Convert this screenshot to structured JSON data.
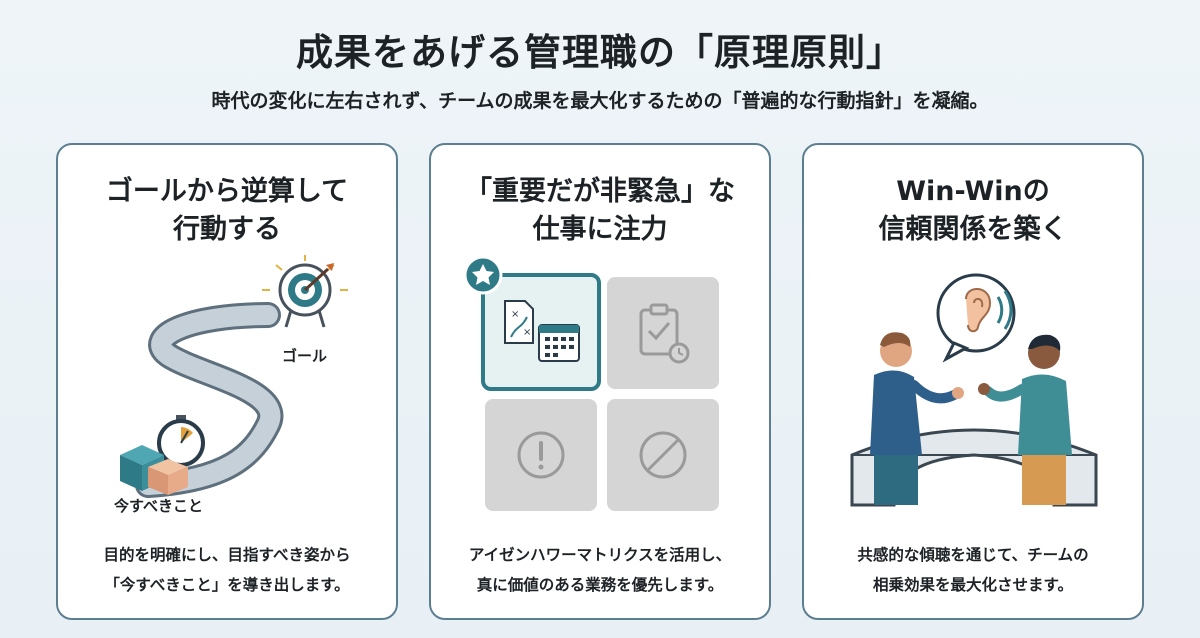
{
  "header": {
    "title": "成果をあげる管理職の「原理原則」",
    "subtitle": "時代の変化に左右されず、チームの成果を最大化するための「普遍的な行動指針」を凝縮。"
  },
  "cards": [
    {
      "title": "ゴールから逆算して\n行動する",
      "goal_label": "ゴール",
      "now_label": "今すべきこと",
      "description": "目的を明確にし、目指すべき姿から\n「今すべきこと」を導き出します。"
    },
    {
      "title": "「重要だが非緊急」な\n仕事に注力",
      "description": "アイゼンハワーマトリクスを活用し、\n真に価値のある業務を優先します。"
    },
    {
      "title": "Win-Winの\n信頼関係を築く",
      "description": "共感的な傾聴を通じて、チームの\n相乗効果を最大化させます。"
    }
  ],
  "colors": {
    "accent": "#2e7a86",
    "border": "#5c7f90",
    "quadrant_gray": "#d5d5d5"
  },
  "icons": [
    "target-icon",
    "stopwatch-icon",
    "star-icon",
    "clipboard-check-icon",
    "warning-icon",
    "prohibited-icon",
    "ear-icon"
  ]
}
